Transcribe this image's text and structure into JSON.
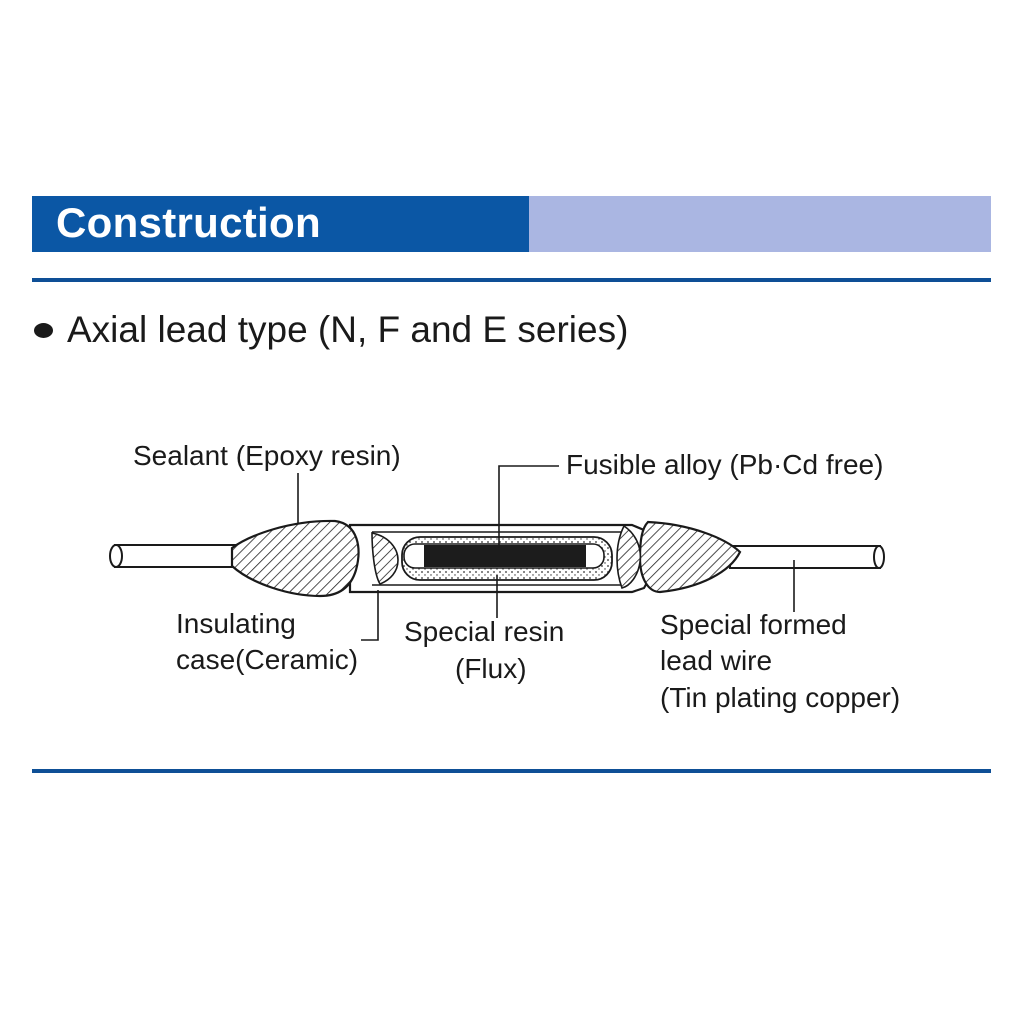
{
  "header": {
    "title": "Construction",
    "colors": {
      "dark": "#0b57a5",
      "light": "#aab6e2",
      "rule": "#0e4f96"
    }
  },
  "subheading": {
    "bullet_icon": "bullet-dot",
    "text": "Axial lead type (N, F and E series)"
  },
  "diagram": {
    "labels": {
      "sealant": "Sealant (Epoxy resin)",
      "fusible_alloy": "Fusible alloy (Pb·Cd free)",
      "insulating_case_line1": "Insulating",
      "insulating_case_line2": "case(Ceramic)",
      "special_resin_line1": "Special resin",
      "special_resin_line2": "(Flux)",
      "lead_wire_line1": "Special formed",
      "lead_wire_line2": "lead wire",
      "lead_wire_line3": "(Tin plating copper)"
    }
  }
}
